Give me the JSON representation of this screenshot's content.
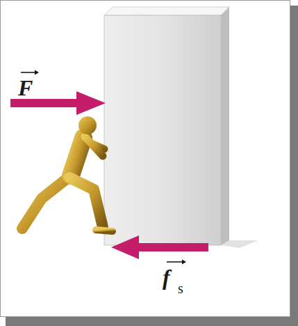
{
  "diagram": {
    "labels": [
      "F",
      "f",
      "s"
    ]
  }
}
